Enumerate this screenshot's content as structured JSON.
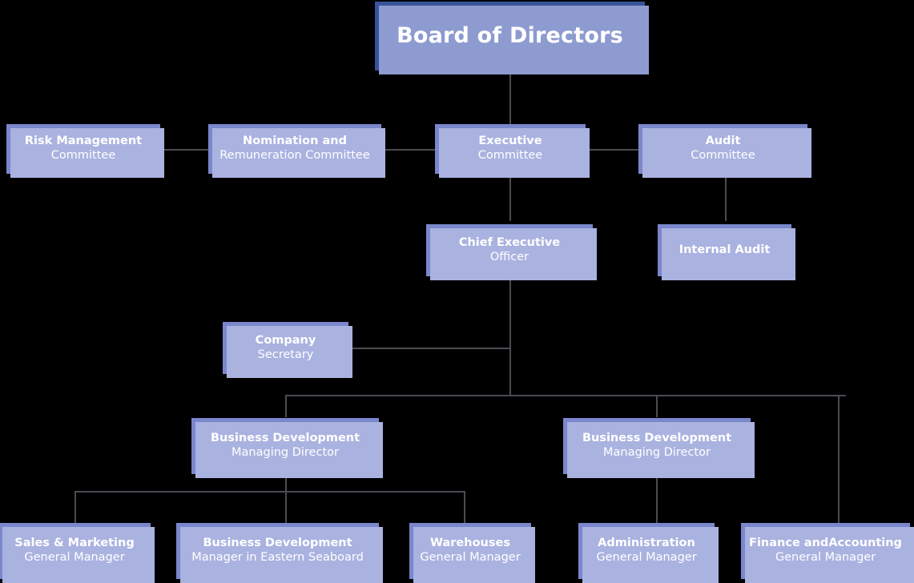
{
  "chart": {
    "title": "Corporate Governance Organizational Chart",
    "type": "org-chart",
    "background_color": "#000000",
    "node_fill_color": "#7b87cc",
    "root_fill_color": "#38539a",
    "shadow_color": "#aab2e0",
    "text_color": "#ffffff",
    "connector_color": "#4b4b52"
  },
  "nodes": {
    "board": {
      "line1": "Board of Directors",
      "line2": ""
    },
    "risk_management": {
      "line1": "Risk Management",
      "line2": "Committee"
    },
    "nomination": {
      "line1": "Nomination and",
      "line2": "Remuneration Committee"
    },
    "executive": {
      "line1": "Executive",
      "line2": "Committee"
    },
    "audit": {
      "line1": "Audit",
      "line2": "Committee"
    },
    "ceo": {
      "line1": "Chief Executive",
      "line2": "Officer"
    },
    "internal_audit": {
      "line1": "Internal Audit",
      "line2": ""
    },
    "company_secretary": {
      "line1": "Company",
      "line2": "Secretary"
    },
    "bizdev_md_left": {
      "line1": "Business Development",
      "line2": "Managing Director"
    },
    "bizdev_md_right": {
      "line1": "Business Development",
      "line2": "Managing Director"
    },
    "sales_marketing": {
      "line1": "Sales & Marketing",
      "line2": "General Manager"
    },
    "bizdev_eastern": {
      "line1": "Business Development",
      "line2": "Manager in Eastern Seaboard"
    },
    "warehouses": {
      "line1": "Warehouses",
      "line2": "General Manager"
    },
    "administration": {
      "line1": "Administration",
      "line2": "General Manager"
    },
    "finance": {
      "line1": "Finance andAccounting",
      "line2": "General Manager"
    }
  }
}
